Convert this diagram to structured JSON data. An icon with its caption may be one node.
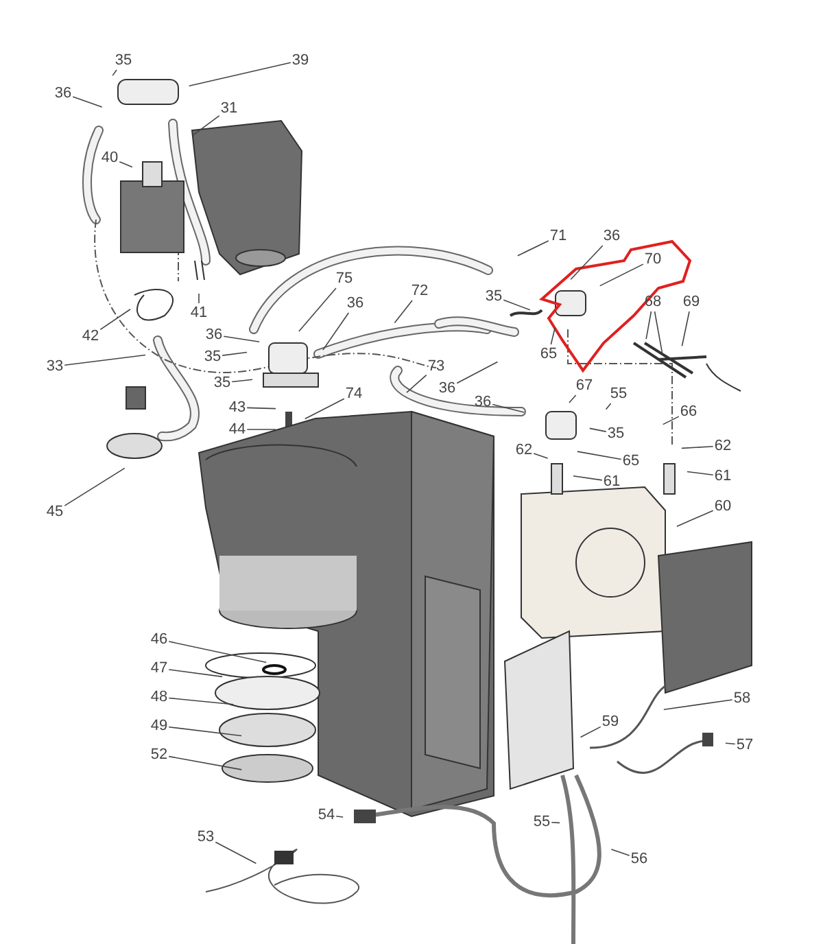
{
  "diagram": {
    "nodes": [
      {
        "text": [
          "35"
        ]
      },
      {
        "text": [
          "39"
        ]
      },
      {
        "text": [
          "36"
        ]
      },
      {
        "text": [
          "31"
        ]
      },
      {
        "text": [
          "40"
        ]
      },
      {
        "text": [
          "41"
        ]
      },
      {
        "text": [
          "42"
        ]
      },
      {
        "text": [
          "36"
        ]
      },
      {
        "text": [
          "75"
        ]
      },
      {
        "text": [
          "36"
        ]
      },
      {
        "text": [
          "35"
        ]
      },
      {
        "text": [
          "35"
        ]
      },
      {
        "text": [
          "72"
        ]
      },
      {
        "text": [
          "71"
        ]
      },
      {
        "text": [
          "36"
        ]
      },
      {
        "text": [
          "70"
        ]
      },
      {
        "text": [
          "35"
        ]
      },
      {
        "text": [
          "65"
        ]
      },
      {
        "text": [
          "68"
        ]
      },
      {
        "text": [
          "69"
        ]
      },
      {
        "text": [
          "73"
        ]
      },
      {
        "text": [
          "36"
        ]
      },
      {
        "text": [
          "36"
        ]
      },
      {
        "text": [
          "67"
        ]
      },
      {
        "text": [
          "55"
        ]
      },
      {
        "text": [
          "66"
        ]
      },
      {
        "text": [
          "35"
        ]
      },
      {
        "text": [
          "62"
        ]
      },
      {
        "text": [
          "65"
        ]
      },
      {
        "text": [
          "62"
        ]
      },
      {
        "text": [
          "61"
        ]
      },
      {
        "text": [
          "61"
        ]
      },
      {
        "text": [
          "43"
        ]
      },
      {
        "text": [
          "44"
        ]
      },
      {
        "text": [
          "74"
        ]
      },
      {
        "text": [
          "33"
        ]
      },
      {
        "text": [
          "45"
        ]
      },
      {
        "text": [
          "60"
        ]
      },
      {
        "text": [
          "46"
        ]
      },
      {
        "text": [
          "47"
        ]
      },
      {
        "text": [
          "48"
        ]
      },
      {
        "text": [
          "49"
        ]
      },
      {
        "text": [
          "52"
        ]
      },
      {
        "text": [
          "59"
        ]
      },
      {
        "text": [
          "58"
        ]
      },
      {
        "text": [
          "57"
        ]
      },
      {
        "text": [
          "53"
        ]
      },
      {
        "text": [
          "54"
        ]
      },
      {
        "text": [
          "55"
        ]
      },
      {
        "text": [
          "56"
        ]
      }
    ],
    "edges": [
      {
        "from": 0,
        "to": null,
        "arrow": "none"
      },
      {
        "from": 1,
        "to": null,
        "arrow": "none"
      },
      {
        "from": 2,
        "to": null,
        "arrow": "none"
      },
      {
        "from": 3,
        "to": null,
        "arrow": "none"
      },
      {
        "from": 4,
        "to": null,
        "arrow": "none"
      },
      {
        "from": 5,
        "to": null,
        "arrow": "none"
      },
      {
        "from": 6,
        "to": null,
        "arrow": "none"
      },
      {
        "from": 7,
        "to": null,
        "arrow": "none"
      },
      {
        "from": 8,
        "to": null,
        "arrow": "none"
      },
      {
        "from": 9,
        "to": null,
        "arrow": "none"
      },
      {
        "from": 10,
        "to": null,
        "arrow": "none"
      },
      {
        "from": 11,
        "to": null,
        "arrow": "none"
      },
      {
        "from": 12,
        "to": null,
        "arrow": "none"
      },
      {
        "from": 13,
        "to": null,
        "arrow": "none"
      },
      {
        "from": 14,
        "to": null,
        "arrow": "none"
      },
      {
        "from": 15,
        "to": null,
        "arrow": "none"
      },
      {
        "from": 16,
        "to": null,
        "arrow": "none"
      },
      {
        "from": 17,
        "to": null,
        "arrow": "none"
      },
      {
        "from": 18,
        "to": null,
        "arrow": "none"
      },
      {
        "from": 18,
        "to": null,
        "arrow": "none"
      },
      {
        "from": 19,
        "to": null,
        "arrow": "none"
      },
      {
        "from": 20,
        "to": null,
        "arrow": "none"
      },
      {
        "from": 21,
        "to": null,
        "arrow": "none"
      },
      {
        "from": 22,
        "to": null,
        "arrow": "none"
      },
      {
        "from": 23,
        "to": null,
        "arrow": "none"
      },
      {
        "from": 24,
        "to": null,
        "arrow": "none"
      },
      {
        "from": 25,
        "to": null,
        "arrow": "none"
      },
      {
        "from": 26,
        "to": null,
        "arrow": "none"
      },
      {
        "from": 27,
        "to": null,
        "arrow": "none"
      },
      {
        "from": 28,
        "to": null,
        "arrow": "none"
      },
      {
        "from": 29,
        "to": null,
        "arrow": "none"
      },
      {
        "from": 30,
        "to": null,
        "arrow": "none"
      },
      {
        "from": 31,
        "to": null,
        "arrow": "none"
      },
      {
        "from": 32,
        "to": null,
        "arrow": "none"
      },
      {
        "from": 33,
        "to": null,
        "arrow": "none"
      },
      {
        "from": 34,
        "to": null,
        "arrow": "none"
      },
      {
        "from": 35,
        "to": null,
        "arrow": "none"
      },
      {
        "from": 36,
        "to": null,
        "arrow": "none"
      },
      {
        "from": 37,
        "to": null,
        "arrow": "none"
      },
      {
        "from": 38,
        "to": null,
        "arrow": "none"
      },
      {
        "from": 39,
        "to": null,
        "arrow": "none"
      },
      {
        "from": 40,
        "to": null,
        "arrow": "none"
      },
      {
        "from": 41,
        "to": null,
        "arrow": "none"
      },
      {
        "from": 42,
        "to": null,
        "arrow": "none"
      },
      {
        "from": 43,
        "to": null,
        "arrow": "none"
      },
      {
        "from": 44,
        "to": null,
        "arrow": "none"
      },
      {
        "from": 45,
        "to": null,
        "arrow": "none"
      },
      {
        "from": 46,
        "to": null,
        "arrow": "none"
      },
      {
        "from": 47,
        "to": null,
        "arrow": "none"
      },
      {
        "from": 48,
        "to": null,
        "arrow": "none"
      },
      {
        "from": 49,
        "to": null,
        "arrow": "none"
      }
    ]
  }
}
